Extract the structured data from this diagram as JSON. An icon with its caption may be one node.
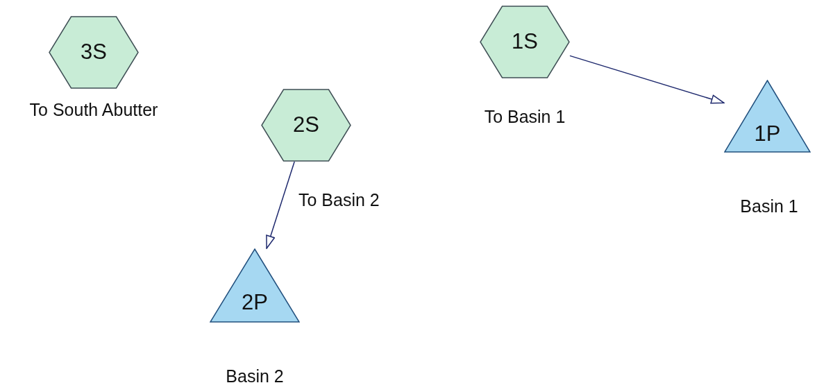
{
  "diagram": {
    "nodes": [
      {
        "text": [
          "3S"
        ],
        "beside": [
          "To South Abutter"
        ]
      },
      {
        "text": [
          "1S"
        ],
        "beside": [
          "To Basin 1"
        ]
      },
      {
        "text": [
          "2S"
        ],
        "beside": [
          "To Basin 2"
        ]
      },
      {
        "text": [
          "1P"
        ],
        "beside": [
          "Basin 1"
        ]
      },
      {
        "text": [
          "2P"
        ],
        "beside": [
          "Basin 2"
        ]
      }
    ],
    "edges": [
      {
        "from": 1,
        "to": 3,
        "arrow": "to"
      },
      {
        "from": 2,
        "to": 4,
        "arrow": "to"
      }
    ]
  }
}
